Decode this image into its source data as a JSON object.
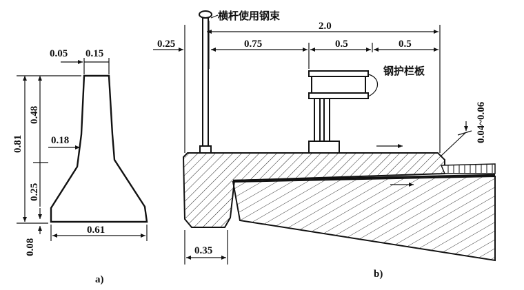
{
  "figure_a": {
    "dim_top_left": "0.05",
    "dim_top_width": "0.15",
    "dim_total_height": "0.81",
    "dim_upper_height": "0.48",
    "dim_slope_offset": "0.18",
    "dim_lower_height": "0.25",
    "dim_base_thickness": "0.08",
    "dim_base_width": "0.61",
    "caption": "a)"
  },
  "figure_b": {
    "label_post_cable": "横杆使用钢束",
    "label_steel_guardrail": "钢护栏板",
    "dim_total_width": "2.0",
    "dim_edge": "0.25",
    "dim_span_1": "0.75",
    "dim_span_2": "0.5",
    "dim_span_3": "0.5",
    "dim_slope": "0.04~0.06",
    "dim_bottom": "0.35",
    "caption": "b)"
  }
}
